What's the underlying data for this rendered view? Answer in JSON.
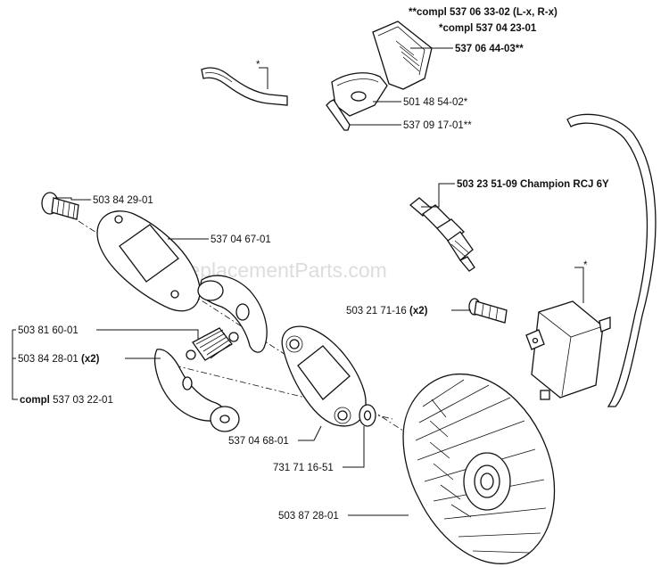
{
  "watermark": "eReplacementParts.com",
  "labels": {
    "compl_537_06_33_02": {
      "pre": "**compl 537 06 33-02 ",
      "bold": "(L-x, R-x)"
    },
    "compl_537_04_23_01": {
      "pre": "*compl 537 04 23-01"
    },
    "p537_06_44_03": {
      "bold": "537 06 44-03**"
    },
    "p501_48_54_02": {
      "pre": "501 48 54-02*"
    },
    "p537_09_17_01": {
      "pre": "537 09 17-01**"
    },
    "fuel_line_ref": {
      "pre": "*"
    },
    "p503_23_51_09": {
      "bold": "503 23 51-09 Champion RCJ 6Y"
    },
    "ignition_ref": {
      "pre": "*"
    },
    "p503_84_29_01": {
      "pre": "503 84 29-01"
    },
    "p537_04_67_01": {
      "pre": "537 04 67-01"
    },
    "p503_21_71_16": {
      "pre": "503 21 71-16 ",
      "bold": "(x2)"
    },
    "p503_81_60_01": {
      "pre": "503 81 60-01"
    },
    "p503_84_28_01": {
      "pre": "503 84 28-01 ",
      "bold": "(x2)"
    },
    "compl_537_03_22_01": {
      "bold": "compl",
      "pre": " 537 03 22-01"
    },
    "p537_04_68_01": {
      "pre": "537 04 68-01"
    },
    "p731_71_16_51": {
      "pre": "731 71 16-51"
    },
    "p503_87_28_01": {
      "pre": "503 87 28-01"
    }
  }
}
